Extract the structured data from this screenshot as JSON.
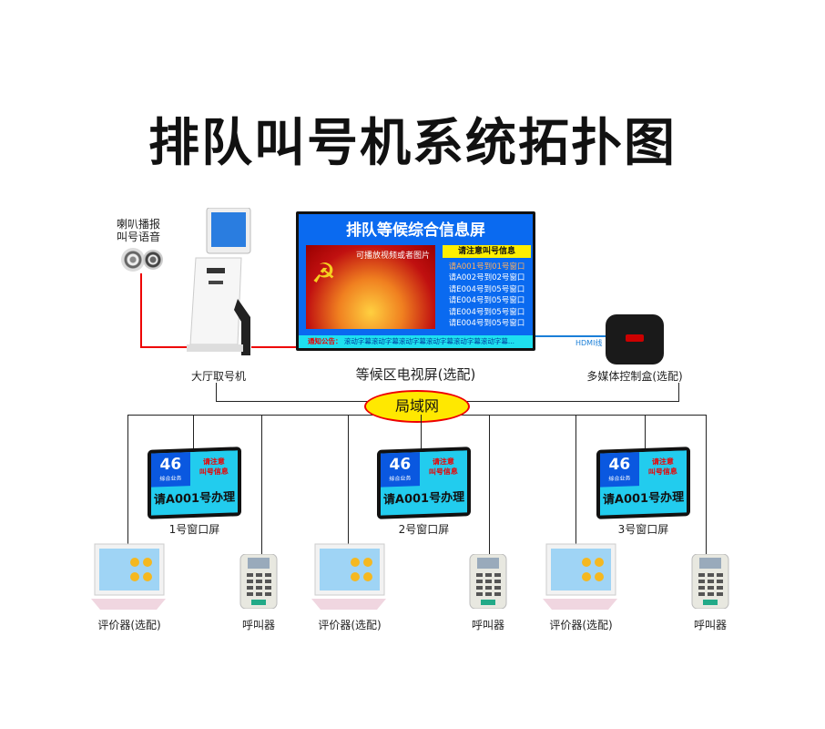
{
  "title": "排队叫号机系统拓扑图",
  "speaker": {
    "label_line1": "喇叭播报",
    "label_line2": "叫号语音"
  },
  "kiosk": {
    "label": "大厅取号机"
  },
  "tv": {
    "header": "排队等候综合信息屏",
    "video_text": "可播放视频或者图片",
    "info_header": "请注意叫号信息",
    "calls": [
      "请A001号到01号窗口",
      "请A002号到02号窗口",
      "请E004号到05号窗口",
      "请E004号到05号窗口",
      "请E004号到05号窗口",
      "请E004号到05号窗口"
    ],
    "ticker_label": "通知公告：",
    "ticker_text": "滚动字幕滚动字幕滚动字幕滚动字幕滚动字幕滚动字幕...",
    "label": "等候区电视屏(选配)"
  },
  "hdmi": "HDMI线",
  "media_box": {
    "label": "多媒体控制盒(选配)"
  },
  "lan": "局域网",
  "windows": [
    {
      "number": "46",
      "sub": "综合业务",
      "notice1": "请注意",
      "notice2": "叫号信息",
      "call": "请A001号办理",
      "label": "1号窗口屏",
      "eval_label": "评价器(选配)",
      "caller_label": "呼叫器"
    },
    {
      "number": "46",
      "sub": "综合业务",
      "notice1": "请注意",
      "notice2": "叫号信息",
      "call": "请A001号办理",
      "label": "2号窗口屏",
      "eval_label": "评价器(选配)",
      "caller_label": "呼叫器"
    },
    {
      "number": "46",
      "sub": "综合业务",
      "notice1": "请注意",
      "notice2": "叫号信息",
      "call": "请A001号办理",
      "label": "3号窗口屏",
      "eval_label": "评价器(选配)",
      "caller_label": "呼叫器"
    }
  ]
}
